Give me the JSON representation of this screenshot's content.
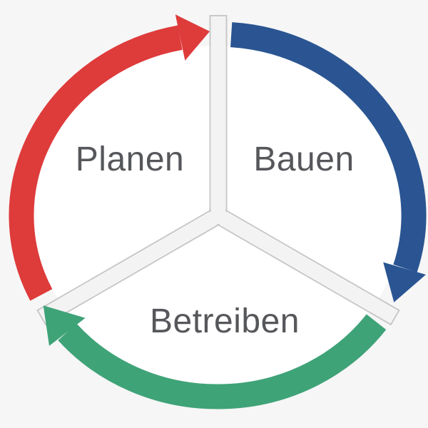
{
  "diagram": {
    "type": "cycle",
    "direction": "clockwise",
    "segments": [
      {
        "id": "planen",
        "label": "Planen",
        "color": "#de3b3b",
        "position": "upper-left"
      },
      {
        "id": "bauen",
        "label": "Bauen",
        "color": "#2a5592",
        "position": "upper-right"
      },
      {
        "id": "betreiben",
        "label": "Betreiben",
        "color": "#3fa378",
        "position": "bottom"
      }
    ]
  },
  "colors": {
    "background": "#f6f6f6",
    "disc": "#ffffff",
    "divider_fill": "#f3f3f3",
    "divider_border": "#c8c8c8",
    "label_text": "#56575a"
  }
}
